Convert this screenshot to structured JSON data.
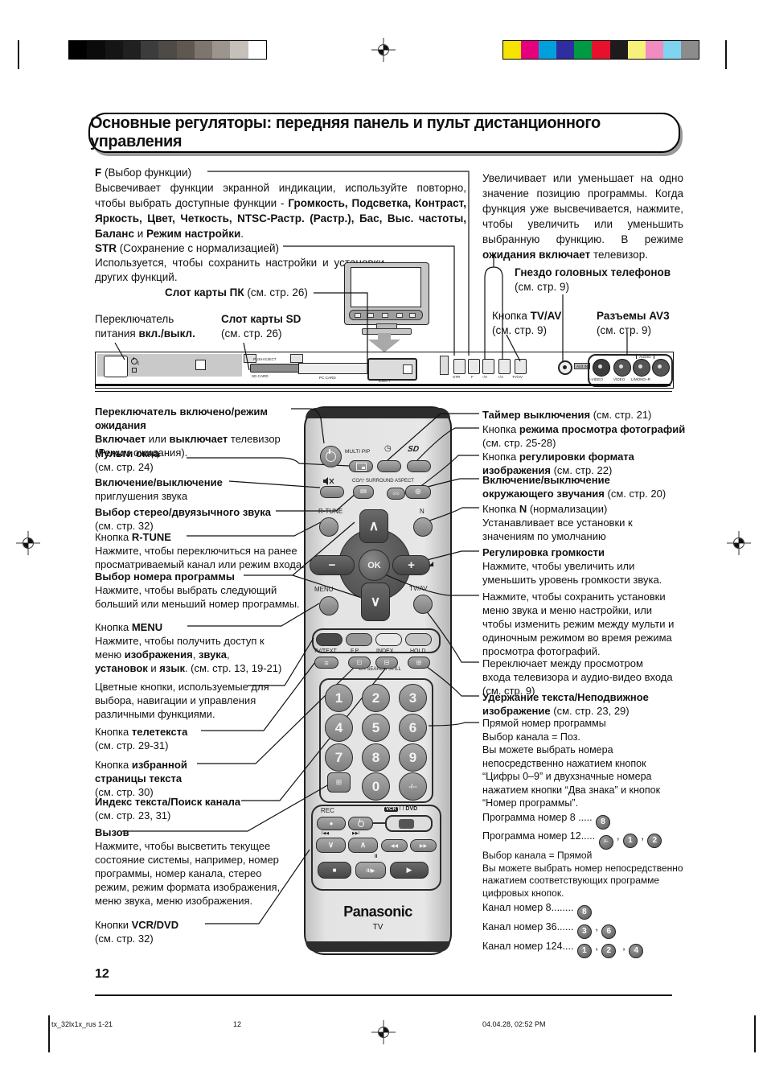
{
  "marks": {
    "grayscale": [
      "#000000",
      "#0b0b0b",
      "#151515",
      "#202020",
      "#3c3c3c",
      "#4e4a45",
      "#5f5850",
      "#7d766e",
      "#9c958d",
      "#c6c0ba",
      "#ffffff"
    ],
    "colorbar": [
      "#f5e400",
      "#e6007e",
      "#00a0dc",
      "#2e2ea0",
      "#009a44",
      "#e8112d",
      "#1f1b1c",
      "#f7f07a",
      "#f08cc0",
      "#7fd4f0",
      "#8c8c8c"
    ]
  },
  "title": "Основные регуляторы: передняя панель и пульт дистанционного управления",
  "intro": {
    "f_head": {
      "segments": [
        {
          "t": "F",
          "b": true
        },
        {
          "t": " (Выбор функции)"
        }
      ]
    },
    "f_body": {
      "segments": [
        {
          "t": "Высвечивает функции экранной индикации, используйте повторно, чтобы выбрать доступные функции - "
        },
        {
          "t": "Громкость, Подсветка, Контраст, Яркость, Цвет, Четкость, NTSC-Растр. (Растр.), Бас, Выс. частоты, Баланс",
          "b": true
        },
        {
          "t": " и "
        },
        {
          "t": "Режим настройки",
          "b": true
        },
        {
          "t": "."
        }
      ]
    },
    "str_head": {
      "segments": [
        {
          "t": "STR",
          "b": true
        },
        {
          "t": " (Сохранение с нормализацией)"
        }
      ]
    },
    "str_body": "Используется, чтобы сохранить настройки и установки других функций.",
    "right_body": {
      "segments": [
        {
          "t": "Увеличивает или уменьшает на одно значение позицию программы. Когда функция уже высвечивается, нажмите, чтобы увеличить или уменьшить выбранную функцию. В режиме "
        },
        {
          "t": "ожидания включает",
          "b": true
        },
        {
          "t": " телевизор."
        }
      ]
    },
    "pc_slot": {
      "segments": [
        {
          "t": "Слот карты ПК",
          "b": true
        },
        {
          "t": " (см. стр. 26)"
        }
      ]
    },
    "power_switch": {
      "segments": [
        {
          "t": "Переключатель\nпитания "
        },
        {
          "t": "вкл./выкл.",
          "b": true
        }
      ]
    },
    "sd_slot": {
      "segments": [
        {
          "t": "Слот карты SD",
          "b": true
        },
        {
          "t": "\n(см. стр. 26)"
        }
      ]
    },
    "headphones": {
      "segments": [
        {
          "t": "Гнездо головных телефонов",
          "b": true
        },
        {
          "t": "\n(см. стр. 9)"
        }
      ]
    },
    "tvav": {
      "segments": [
        {
          "t": "Кнопка "
        },
        {
          "t": "TV/AV",
          "b": true
        },
        {
          "t": "\n(см. стр. 9)"
        }
      ]
    },
    "av3": {
      "segments": [
        {
          "t": "Разъемы AV3",
          "b": true
        },
        {
          "t": "\n(см. стр. 9)"
        }
      ]
    }
  },
  "panel": {
    "power_mark": "I",
    "push_eject": "PUSH EJECT",
    "sd_card": "SD CARD",
    "pc_card": "PC CARD",
    "eject": "EJECT",
    "buttons": [
      "STR",
      "F",
      "−/V",
      "+/A",
      "TV/AV"
    ],
    "av3_in": "AV3 IN",
    "audio": "AUDIO",
    "jacks": [
      "S-VIDEO",
      "VIDEO",
      "L/MONO–R"
    ]
  },
  "labels_left": [
    {
      "segments": [
        {
          "t": "Переключатель включено/режим ожидания",
          "b": true
        },
        {
          "t": "\n"
        },
        {
          "t": "Включает",
          "b": true
        },
        {
          "t": " или "
        },
        {
          "t": "выключает",
          "b": true
        },
        {
          "t": " телевизор\n(Режим ожидания)."
        }
      ]
    },
    {
      "segments": [
        {
          "t": "Мульти окна",
          "b": true
        },
        {
          "t": "\n(см. стр. 24)"
        }
      ]
    },
    {
      "segments": [
        {
          "t": "Включение/выключение",
          "b": true
        },
        {
          "t": "\nприглушения звука"
        }
      ]
    },
    {
      "segments": [
        {
          "t": "Выбор стерео/двуязычного звука",
          "b": true
        },
        {
          "t": "\n(см. стр. 32)"
        }
      ]
    },
    {
      "segments": [
        {
          "t": "Кнопка "
        },
        {
          "t": "R-TUNE",
          "b": true
        },
        {
          "t": "\nНажмите, чтобы переключиться на ранее\nпросматриваемый канал или режим входа."
        }
      ]
    },
    {
      "segments": [
        {
          "t": "Выбор номера программы",
          "b": true
        },
        {
          "t": "\nНажмите, чтобы выбрать следующий\nбольший или меньший номер программы."
        }
      ]
    },
    {
      "segments": [
        {
          "t": "Кнопка "
        },
        {
          "t": "MENU",
          "b": true
        },
        {
          "t": "\nНажмите, чтобы получить доступ к\nменю "
        },
        {
          "t": "изображения",
          "b": true
        },
        {
          "t": ", "
        },
        {
          "t": "звука",
          "b": true
        },
        {
          "t": ",\n"
        },
        {
          "t": "установок",
          "b": true
        },
        {
          "t": " и "
        },
        {
          "t": "язык",
          "b": true
        },
        {
          "t": ". (см. стр. 13, 19-21)"
        }
      ]
    },
    {
      "segments": [
        {
          "t": "Цветные кнопки, используемые для\nвыбора, навигации и управления\nразличными функциями."
        }
      ]
    },
    {
      "segments": [
        {
          "t": "Кнопка "
        },
        {
          "t": "телетекста",
          "b": true
        },
        {
          "t": "\n(см. стр. 29-31)"
        }
      ]
    },
    {
      "segments": [
        {
          "t": "Кнопка "
        },
        {
          "t": "избранной",
          "b": true
        },
        {
          "t": "\n"
        },
        {
          "t": "страницы текста",
          "b": true
        },
        {
          "t": "\n(см. стр. 30)"
        }
      ]
    },
    {
      "segments": [
        {
          "t": "Индекс текста/Поиск канала",
          "b": true
        },
        {
          "t": "\n(см. стр. 23, 31)"
        }
      ]
    },
    {
      "segments": [
        {
          "t": "Вызов",
          "b": true
        },
        {
          "t": "\nНажмите, чтобы высветить текущее\nсостояние системы, например, номер\nпрограммы, номер канала, стерео\nрежим, режим формата изображения,\nменю звука, меню изображения."
        }
      ]
    },
    {
      "segments": [
        {
          "t": "Кнопки "
        },
        {
          "t": "VCR/DVD",
          "b": true
        },
        {
          "t": "\n(см. стр. 32)"
        }
      ]
    }
  ],
  "labels_right": [
    {
      "segments": [
        {
          "t": "Таймер выключения",
          "b": true
        },
        {
          "t": " (см. стр. 21)"
        }
      ]
    },
    {
      "segments": [
        {
          "t": "Кнопка "
        },
        {
          "t": "режима просмотра фотографий",
          "b": true
        },
        {
          "t": "\n(см. стр. 25-28)"
        }
      ]
    },
    {
      "segments": [
        {
          "t": "Кнопка "
        },
        {
          "t": "регулировки формата",
          "b": true
        },
        {
          "t": "\n"
        },
        {
          "t": "изображения",
          "b": true
        },
        {
          "t": " (см. стр. 22)"
        }
      ]
    },
    {
      "segments": [
        {
          "t": "Включение/выключение",
          "b": true
        },
        {
          "t": "\n"
        },
        {
          "t": "окружающего звучания",
          "b": true
        },
        {
          "t": " (см. стр. 20)"
        }
      ]
    },
    {
      "segments": [
        {
          "t": "Кнопка "
        },
        {
          "t": "N",
          "b": true
        },
        {
          "t": " (нормализации)\nУстанавливает все установки к\nзначениям по умолчанию"
        }
      ]
    },
    {
      "segments": [
        {
          "t": "Регулировка громкости",
          "b": true
        },
        {
          "t": "\nНажмите, чтобы увеличить или\nуменьшить уровень громкости звука."
        }
      ]
    },
    {
      "segments": [
        {
          "t": "Нажмите, чтобы сохранить установки\nменю звука и меню настройки, или\nчтобы изменить режим между мульти и\nодиночным режимом во время режима\nпросмотра фотографий."
        }
      ]
    },
    {
      "segments": [
        {
          "t": "Переключает между просмотром\nвхода телевизора и аудио-видео входа\n(см. стр. 9)"
        }
      ]
    },
    {
      "segments": [
        {
          "t": "Удержание текста/Неподвижное",
          "b": true
        },
        {
          "t": "\n"
        },
        {
          "t": "изображение",
          "b": true
        },
        {
          "t": " (см. стр. 23, 29)"
        }
      ]
    },
    {
      "segments": [
        {
          "t": "Прямой номер программы\nВыбор канала = Поз.\nВы можете выбрать номера\nнепосредственно нажатием кнопок\n“Цифры 0–9” и двухзначные номера\nнажатием кнопки “Два знака” и кнопок\n“Номер программы”."
        }
      ]
    }
  ],
  "direct": {
    "prog8": {
      "segments": [
        {
          "t": "Программа номер 8 ..... "
        },
        {
          "k": "8"
        }
      ]
    },
    "prog12": {
      "segments": [
        {
          "t": "Программа номер 12..... "
        },
        {
          "k": "-/--",
          "small": true
        },
        {
          "t": " , "
        },
        {
          "k": "1"
        },
        {
          "t": " , "
        },
        {
          "k": "2"
        }
      ]
    },
    "mid": {
      "segments": [
        {
          "t": "Выбор канала = Прямой\nВы можете выбрать номер непосредственно\nнажатием соответствующих программе\nцифровых кнопок."
        }
      ]
    },
    "ch8": {
      "segments": [
        {
          "t": "Канал номер 8........ "
        },
        {
          "k": "8"
        }
      ]
    },
    "ch36": {
      "segments": [
        {
          "t": "Канал номер 36...... "
        },
        {
          "k": "3"
        },
        {
          "t": " , "
        },
        {
          "k": "6"
        }
      ]
    },
    "ch124": {
      "segments": [
        {
          "t": "Канал номер 124.... "
        },
        {
          "k": "1"
        },
        {
          "t": " , "
        },
        {
          "k": "2"
        },
        {
          "t": "  , "
        },
        {
          "k": "4"
        }
      ]
    }
  },
  "remote": {
    "multi_pip": "MULTI PIP",
    "sd": "SD",
    "sound_row": "CO/▽ SURROUND ASPECT",
    "i_ii": "I/II",
    "r_tune": "R-TUNE",
    "n": "N",
    "minus": "−",
    "plus": "+",
    "ok": "OK",
    "up": "∧",
    "down": "∨",
    "menu": "MENU",
    "tv_av": "TV/AV",
    "func": [
      "TV/TEXT",
      "F.P.",
      "INDEX",
      "HOLD"
    ],
    "ch_search": "CH SEARCH STILL",
    "digits": [
      "1",
      "2",
      "3",
      "4",
      "5",
      "6",
      "7",
      "8",
      "9"
    ],
    "zero": "0",
    "two_digit": "-/--",
    "rec": "REC",
    "vcr": "VCR",
    "sw_marks": "I I",
    "dvd": "DVD",
    "skip_back": "I◀◀",
    "skip_fwd": "▶▶I",
    "ch_down": "∨",
    "ch_up": "∧",
    "rew": "◀◀",
    "ff": "▶▶",
    "pause_mark": "II",
    "stop": "■",
    "pause_play": "II/▶",
    "play": "▶",
    "brand": "Panasonic",
    "brand_sub": "TV",
    "colour_keys": [
      "#4a4a4a",
      "#969696",
      "#e7e7e7",
      "#c2c2c2"
    ],
    "icons": {
      "timer": "◷",
      "surround": "⊙⊙",
      "aspect": "⊕",
      "teletext": "≡",
      "fp": "⊡",
      "index": "⊟",
      "hold": "⊞",
      "fav": "⊞",
      "rec_dot": "●",
      "speaker_corner": "◢"
    }
  },
  "footer": {
    "page": "12",
    "file": "tx_32lx1x_rus 1-21",
    "sheet": "12",
    "date": "04.04.28, 02:52 PM"
  }
}
